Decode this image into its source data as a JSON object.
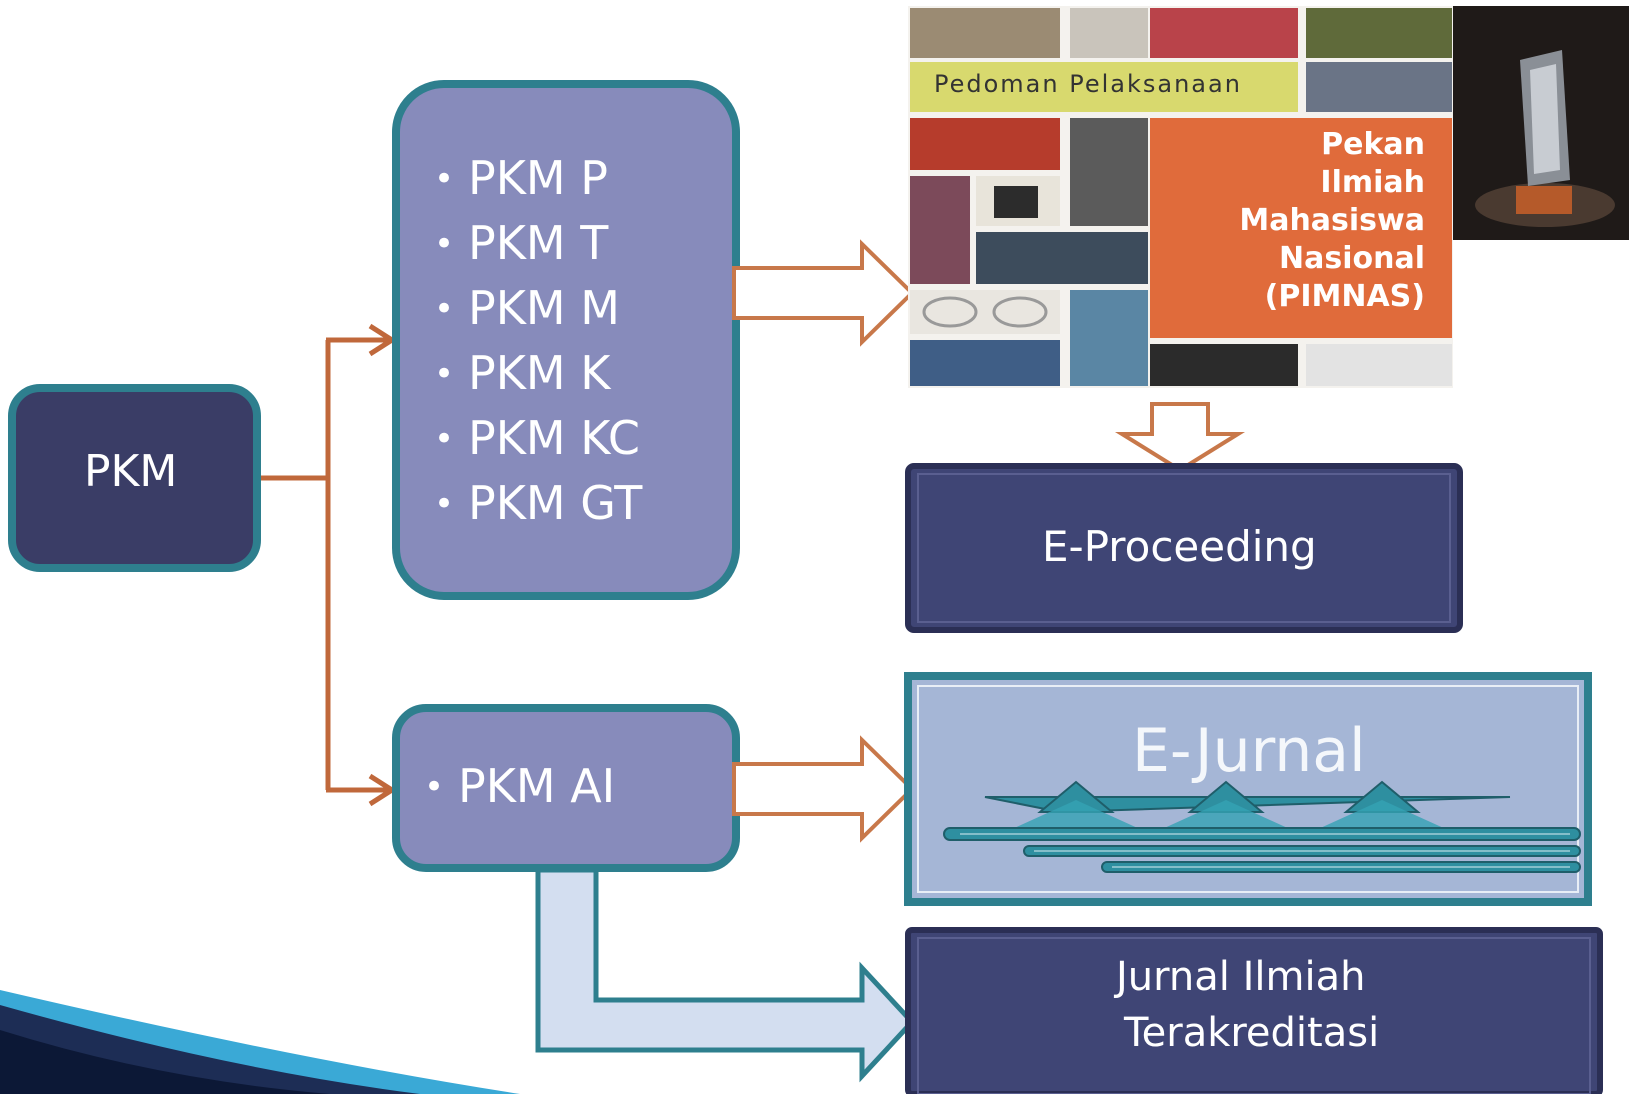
{
  "root": {
    "label": "PKM"
  },
  "group_top": {
    "items": [
      "PKM P",
      "PKM T",
      "PKM M",
      "PKM K",
      "PKM KC",
      "PKM GT"
    ]
  },
  "group_bottom": {
    "items": [
      "PKM AI"
    ]
  },
  "cover": {
    "bar_text": "Pedoman Pelaksanaan",
    "title_lines": [
      "Pekan",
      "Ilmiah",
      "Mahasiswa",
      "Nasional",
      "(PIMNAS)"
    ]
  },
  "outputs": {
    "e_proceeding": "E-Proceeding",
    "e_jurnal": "E-Jurnal",
    "jurnal_ilmiah_line1": "Jurnal Ilmiah",
    "jurnal_ilmiah_line2": "Terakreditasi"
  },
  "colors": {
    "dark_box": "#3f4575",
    "dark_box_border": "#2e7f8e",
    "light_box": "#8c8fbf",
    "teal_border": "#2e7f8e",
    "connector": "#c0683b",
    "arrow_outline": "#c8784a",
    "ejurnal_bg": "#a5b6d6",
    "cover_orange": "#e06b3b",
    "cover_bar": "#d8d96e"
  }
}
